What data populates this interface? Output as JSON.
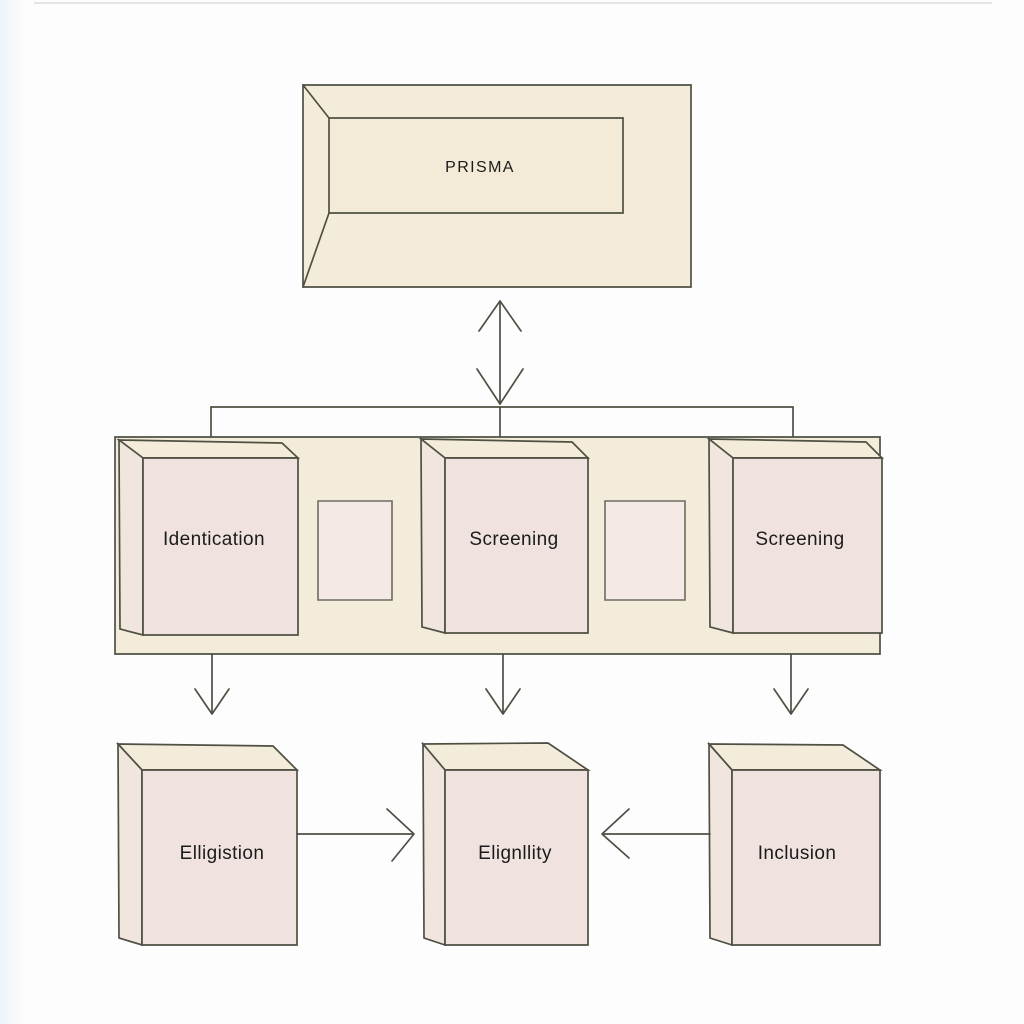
{
  "diagram": {
    "type": "flow-diagram",
    "top_box": {
      "label": "PRISMA"
    },
    "middle_row": {
      "boxes": [
        {
          "id": "identification-box",
          "label": "Identication"
        },
        {
          "id": "screening-box-1",
          "label": "Screening"
        },
        {
          "id": "screening-box-2",
          "label": "Screening"
        }
      ]
    },
    "bottom_row": {
      "boxes": [
        {
          "id": "eligibility-box-1",
          "label": "Elligistion"
        },
        {
          "id": "eligibility-box-2",
          "label": "Elignllity"
        },
        {
          "id": "inclusion-box",
          "label": "Inclusion"
        }
      ]
    },
    "connections": [
      {
        "from": "PRISMA",
        "to": "process-band",
        "type": "double-headed-vertical-arrow"
      },
      {
        "from": "process-band",
        "to": "Elligistion",
        "type": "arrow-down"
      },
      {
        "from": "process-band",
        "to": "Elignllity",
        "type": "arrow-down"
      },
      {
        "from": "process-band",
        "to": "Inclusion",
        "type": "arrow-down"
      },
      {
        "from": "Elligistion",
        "to": "Elignllity",
        "type": "arrow-right"
      },
      {
        "from": "Inclusion",
        "to": "Elignllity",
        "type": "arrow-left"
      }
    ],
    "colors": {
      "cream_fill": "#f4ecda",
      "pink_front_fill": "#f0e3df",
      "side_face_fill": "#f1e6dd",
      "outline": "#4e5044",
      "text": "#1b1b1b",
      "background": "#fdfdfd"
    }
  }
}
